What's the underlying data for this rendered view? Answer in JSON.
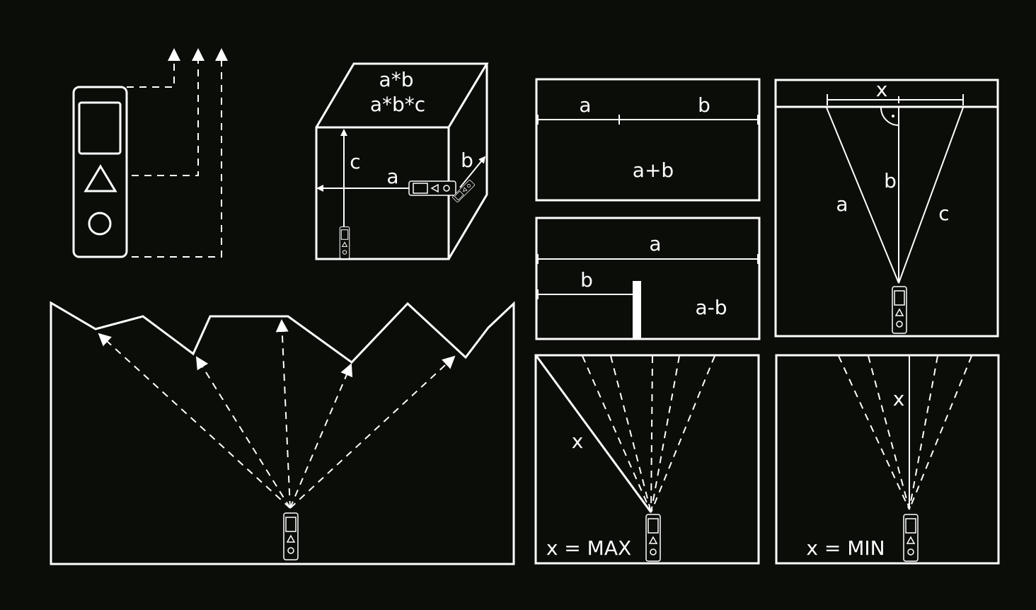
{
  "colors": {
    "background": "#0b0d08",
    "stroke": "#ffffff"
  },
  "cube": {
    "area": "a*b",
    "volume": "a*b*c",
    "a": "a",
    "b": "b",
    "c": "c"
  },
  "addition": {
    "a": "a",
    "b": "b",
    "sum": "a+b"
  },
  "subtraction": {
    "a": "a",
    "b": "b",
    "difference": "a-b"
  },
  "pythagoras": {
    "x": "x",
    "a": "a",
    "b": "b",
    "c": "c"
  },
  "max_panel": {
    "x": "x",
    "caption": "x = MAX"
  },
  "min_panel": {
    "x": "x",
    "caption": "x = MIN"
  }
}
